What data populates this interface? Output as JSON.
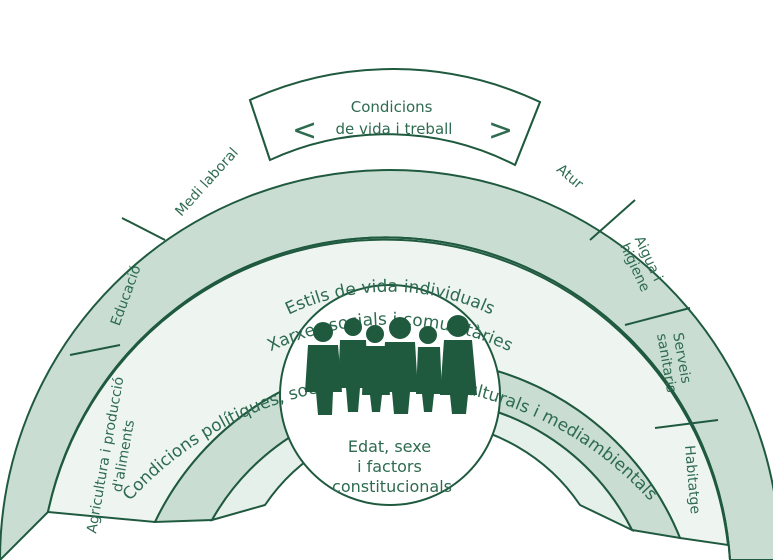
{
  "outer_arc_label": "Condicions polítiques, socioeconòmiques, culturals i mediambientals",
  "layer3_segments": [
    {
      "lines": [
        "Agricultura i producció",
        "d'aliments"
      ]
    },
    {
      "lines": [
        "Educació"
      ]
    },
    {
      "lines": [
        "Medi laboral"
      ]
    },
    {
      "lines": [
        "Atur"
      ]
    },
    {
      "lines": [
        "Aigua i",
        "higiene"
      ]
    },
    {
      "lines": [
        "Serveis",
        "sanitaris"
      ]
    },
    {
      "lines": [
        "Habitatge"
      ]
    }
  ],
  "center_top_label": [
    "Condicions",
    "de vida i treball"
  ],
  "center_top_brackets": [
    "<",
    ">"
  ],
  "social_arc_label": "Xarxes socials i comunitàries",
  "lifestyle_arc_label": "Estils de vida individuals",
  "core_label": [
    "Edat, sexe",
    "i factors",
    "constitucionals"
  ],
  "colors": {
    "outer_band": "#c9ddd3",
    "segment_fill": "#eef5f1",
    "inner_band": "#c9ddd3",
    "lifestyle_band": "#e6f0eb",
    "stroke": "#1f5a3f",
    "text": "#2e6b50",
    "people": "#1f5a3f"
  },
  "icon": "people-group-icon"
}
